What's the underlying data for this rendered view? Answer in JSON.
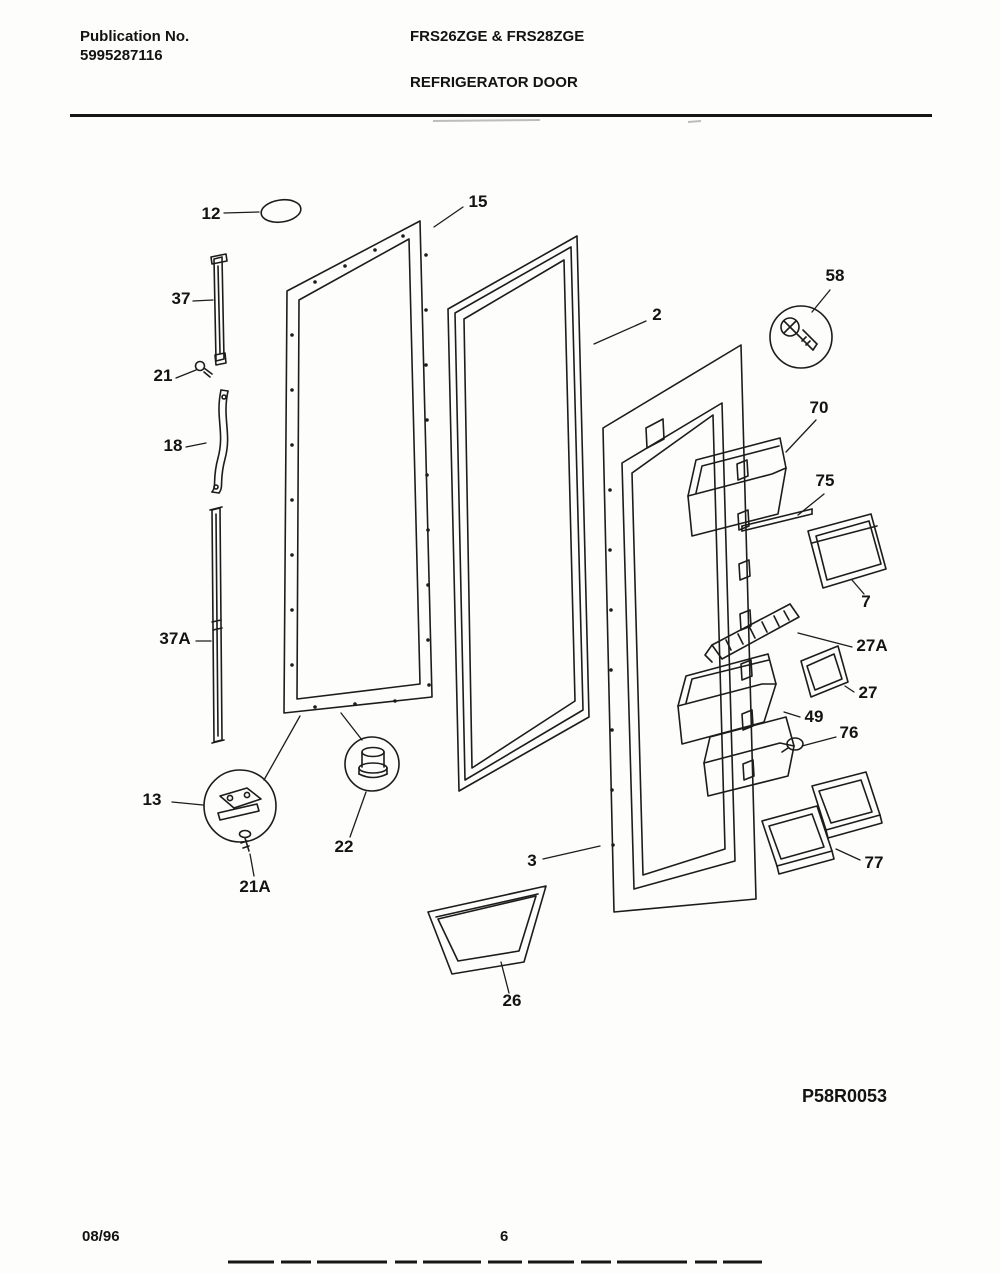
{
  "header": {
    "publication_label": "Publication No.",
    "publication_number": "5995287116",
    "model_title": "FRS26ZGE & FRS28ZGE",
    "page_title": "REFRIGERATOR DOOR"
  },
  "diagram": {
    "figure_code": "P58R0053",
    "parts": [
      {
        "label": "12"
      },
      {
        "label": "15"
      },
      {
        "label": "37"
      },
      {
        "label": "21"
      },
      {
        "label": "18"
      },
      {
        "label": "2"
      },
      {
        "label": "58"
      },
      {
        "label": "70"
      },
      {
        "label": "75"
      },
      {
        "label": "7"
      },
      {
        "label": "37A"
      },
      {
        "label": "27A"
      },
      {
        "label": "27"
      },
      {
        "label": "49"
      },
      {
        "label": "76"
      },
      {
        "label": "13"
      },
      {
        "label": "22"
      },
      {
        "label": "21A"
      },
      {
        "label": "3"
      },
      {
        "label": "77"
      },
      {
        "label": "26"
      }
    ]
  },
  "footer": {
    "date_code": "08/96",
    "page_number": "6"
  }
}
